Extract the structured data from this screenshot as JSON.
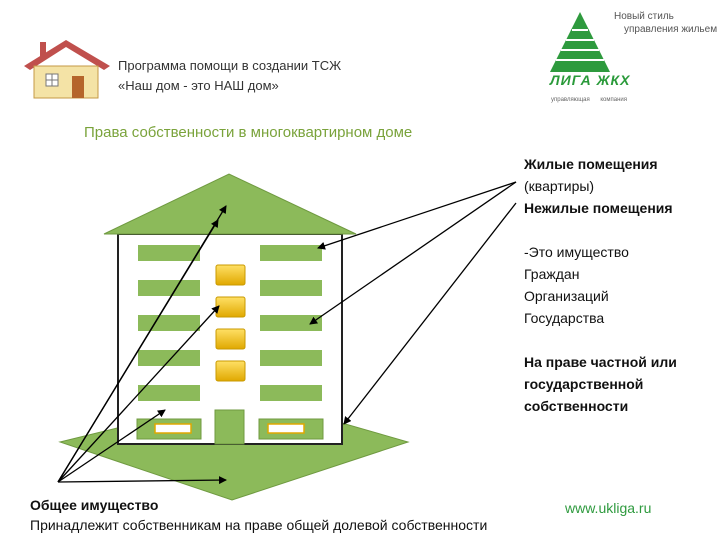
{
  "header": {
    "program_line1": "Программа помощи в создании ТСЖ",
    "program_line2": "«Наш дом - это НАШ дом»"
  },
  "logo": {
    "slogan_line1": "Новый стиль",
    "slogan_line2": "управления жильем",
    "name": "ЛИГА ЖКХ",
    "sub_left": "управляющая",
    "sub_right": "компания",
    "color": "#2e9a3e"
  },
  "slide": {
    "title": "Права собственности в многоквартирном доме",
    "title_color": "#7aa33b"
  },
  "right_panel": {
    "line1": "Жилые помещения",
    "line2": "(квартиры)",
    "line3": "Нежилые помещения",
    "line4": "-Это имущество",
    "line5": "Граждан",
    "line6": "Организаций",
    "line7": "Государства",
    "line8": "На праве частной или",
    "line9": "государственной",
    "line10": "собственности"
  },
  "footer": {
    "common_title": "Общее имущество",
    "common_desc": "Принадлежит собственникам на праве общей долевой собственности",
    "url": "www.ukliga.ru"
  },
  "colors": {
    "green": "#8cba5a",
    "green_dark": "#6f9a40",
    "yellow": "#f2c200",
    "roof_red": "#c0504d"
  }
}
